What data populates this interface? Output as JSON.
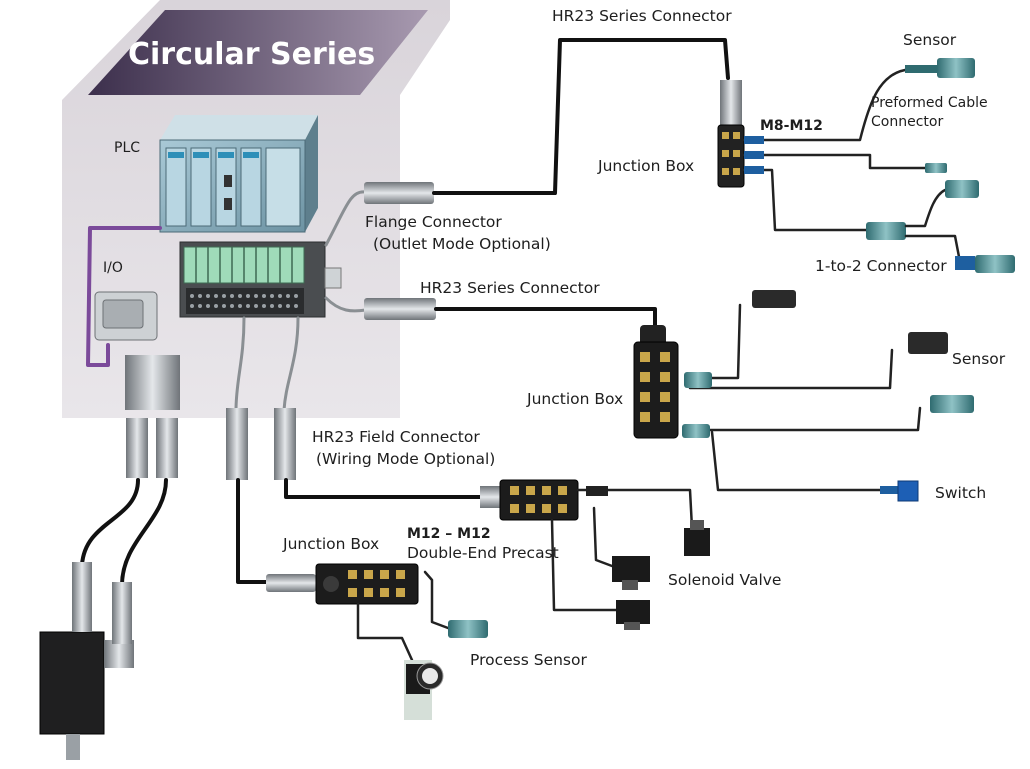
{
  "title": "Circular Series",
  "labels": {
    "plc": "PLC",
    "io": "I/O",
    "flange_connector": "Flange Connector",
    "flange_outlet": "(Outlet Mode Optional)",
    "hr23_top": "HR23 Series Connector",
    "hr23_middle": "HR23 Series Connector",
    "hr23_field": "HR23 Field Connector",
    "hr23_field_mode": "(Wiring Mode Optional)",
    "m8_m12": "M8-M12",
    "junction_box_top": "Junction Box",
    "junction_box_middle": "Junction Box",
    "junction_box_bottom": "Junction Box",
    "sensor_top": "Sensor",
    "preformed_cable_1": "Preformed Cable",
    "preformed_cable_2": "Connector",
    "one_to_two": "1-to-2 Connector",
    "sensor_right": "Sensor",
    "switch": "Switch",
    "m12_m12": "M12  – M12",
    "double_end": "Double-End Precast",
    "solenoid_valve": "Solenoid Valve",
    "process_sensor": "Process Sensor"
  },
  "colors": {
    "panel": "#dcd8dc",
    "banner_start": "#3c2f4c",
    "banner_end": "#a89ab0",
    "cable": "#111111",
    "io_cable": "#7b4a9a",
    "plc_body": "#8fb4c4",
    "io_module": "#9fdbb9",
    "switch_blue": "#1d5fb5",
    "sensor_teal": "#4f8f94"
  }
}
